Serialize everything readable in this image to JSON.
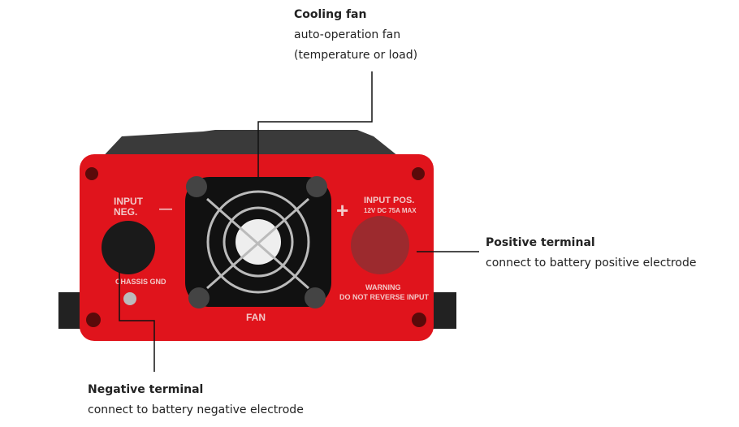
{
  "callouts": {
    "cooling_fan": {
      "title": "Cooling fan",
      "line1": "auto-operation fan",
      "line2": "(temperature or load)"
    },
    "positive": {
      "title": "Positive terminal",
      "desc": "connect to battery positive electrode"
    },
    "negative": {
      "title": "Negative terminal",
      "desc": "connect to battery negative electrode"
    }
  },
  "device_labels": {
    "input_neg_1": "INPUT",
    "input_neg_2": "NEG.",
    "minus": "—",
    "plus": "+",
    "input_pos_1": "INPUT POS.",
    "input_pos_2": "12V DC 75A MAX",
    "chassis": "CHASSIS GND",
    "warning_1": "WARNING",
    "warning_2": "DO NOT REVERSE INPUT",
    "fan": "FAN"
  },
  "colors": {
    "body": "#e0141c",
    "line": "#111111"
  }
}
